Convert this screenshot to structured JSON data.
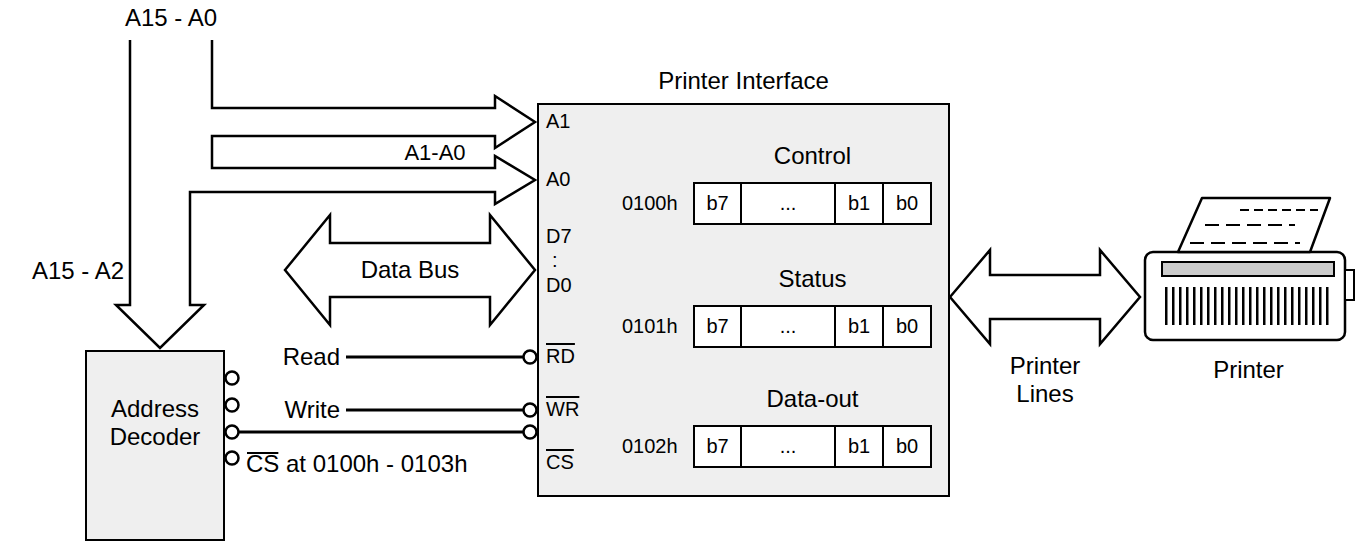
{
  "diagram": {
    "nodes": [
      {
        "text": [
          "Address Decoder"
        ]
      },
      {
        "text": [
          "Printer Interface"
        ]
      },
      {
        "text": [
          "Control",
          "0100h",
          "b7",
          "...",
          "b1",
          "b0"
        ],
        "in": 1
      },
      {
        "text": [
          "Status",
          "0101h",
          "b7",
          "...",
          "b1",
          "b0"
        ],
        "in": 1
      },
      {
        "text": [
          "Data-out",
          "0102h",
          "b7",
          "...",
          "b1",
          "b0"
        ],
        "in": 1
      },
      {
        "text": [
          "Printer"
        ]
      }
    ],
    "edges": [
      {
        "from": 0,
        "to": 1,
        "arrow": "none"
      },
      {
        "from": 1,
        "to": 5,
        "arrow": "both",
        "label": "Printer Lines"
      }
    ],
    "labels": [
      "A15 - A0",
      "A1-A0",
      "A15 - A2",
      "Data Bus",
      "Read",
      "Write",
      "CS at 0100h - 0103h",
      "A1",
      "A0",
      "D7",
      ":",
      "D0",
      "RD",
      "WR",
      "CS"
    ]
  }
}
